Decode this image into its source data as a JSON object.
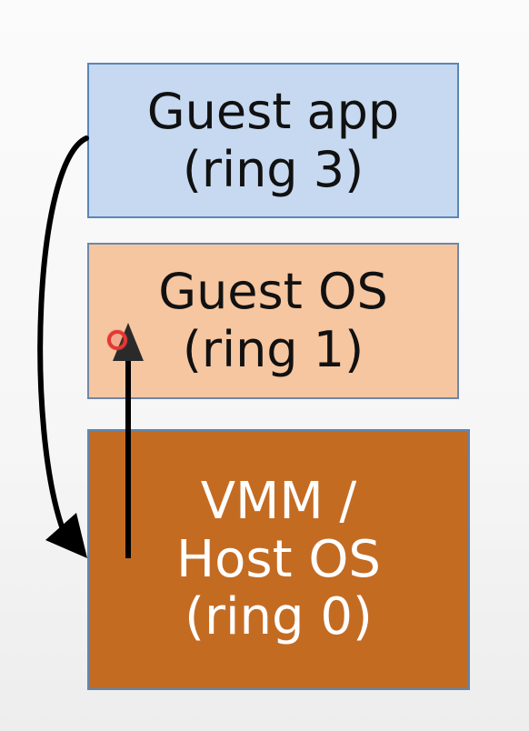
{
  "diagram": {
    "boxes": [
      {
        "id": "guest-app",
        "lines": [
          "Guest app",
          "(ring 3)"
        ],
        "fill": "#c6d9f0",
        "text_color": "#111111"
      },
      {
        "id": "guest-os",
        "lines": [
          "Guest OS",
          "(ring 1)"
        ],
        "fill": "#f6c6a0",
        "text_color": "#111111"
      },
      {
        "id": "host-os",
        "lines": [
          "VMM /",
          "Host OS",
          "(ring 0)"
        ],
        "fill": "#c46b22",
        "text_color": "#ffffff"
      }
    ],
    "arrows": [
      {
        "from": "guest-app",
        "to": "host-os",
        "color": "#000000"
      },
      {
        "from": "host-os",
        "to": "guest-os",
        "color": "#000000"
      }
    ],
    "pointer": {
      "color": "#e53935"
    }
  }
}
